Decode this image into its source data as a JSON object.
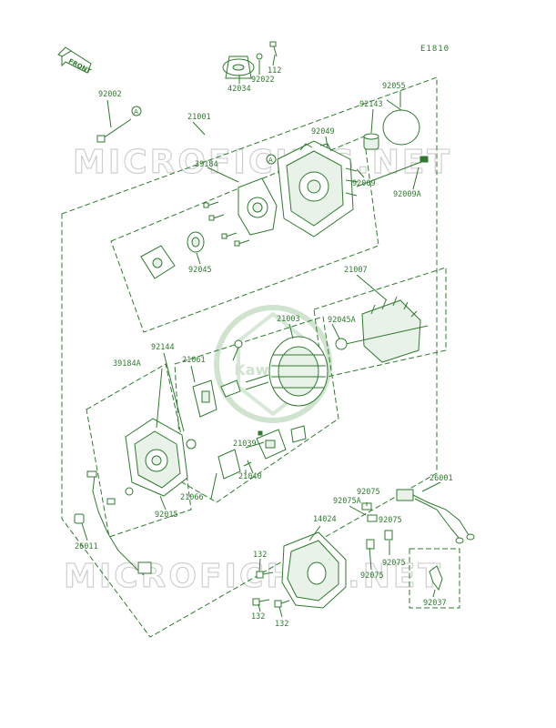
{
  "figure_code": "E1810",
  "front_label": "FRONT",
  "watermark": "MICROFICHES.NET",
  "logo_text": "Kawasaki",
  "parts": {
    "p92002": "92002",
    "p21001": "21001",
    "p39184": "39184",
    "p42034": "42034",
    "p92022": "92022",
    "p112": "112",
    "p92055": "92055",
    "p92143": "92143",
    "p92049": "92049",
    "p92009": "92009",
    "p92009A": "92009A",
    "p92045": "92045",
    "p21007": "21007",
    "p21003": "21003",
    "p92045A": "92045A",
    "p92144": "92144",
    "p39184A": "39184A",
    "p21061": "21061",
    "p21039": "21039",
    "p21040": "21040",
    "p21066": "21066",
    "p92015": "92015",
    "p26011": "26011",
    "p26001": "26001",
    "p92075": "92075",
    "p92075A": "92075A",
    "p14024": "14024",
    "p132a": "132",
    "p132b": "132",
    "p132c": "132",
    "p92075b": "92075",
    "p92075c": "92075",
    "p92037": "92037",
    "markA1": "A",
    "markA2": "A"
  },
  "colors": {
    "line": "#2f7a2f",
    "watermark": "#cfcfcf"
  }
}
